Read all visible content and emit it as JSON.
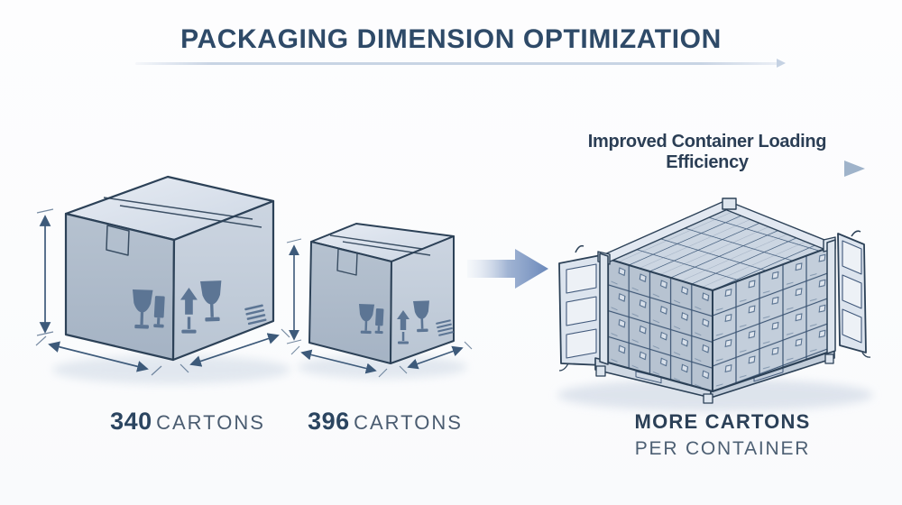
{
  "title": "PACKAGING DIMENSION OPTIMIZATION",
  "efficiency": {
    "label": "Improved Container Loading Efficiency"
  },
  "comparison": {
    "original": {
      "count": "340",
      "unit": "CARTONS"
    },
    "optimized": {
      "count": "396",
      "unit": "CARTONS"
    }
  },
  "result": {
    "headline": "MORE CARTONS",
    "subline": "PER CONTAINER"
  },
  "icons": {
    "fragile": "wine-glass fragile handling symbol",
    "this_way_up": "upward arrow handling symbol",
    "handling_marks": "stacked horizontal lines symbol",
    "dimension": "double-headed measurement arrow",
    "flow": "thick gradient right arrow",
    "efficiency_arrow": "thin right arrow under heading"
  },
  "colors": {
    "title_text": "#2e4a68",
    "body_text": "#4a5c70",
    "outline": "#2c4157",
    "box_top": "#dde4ee",
    "box_left": "#aab8c9",
    "box_right": "#c5cfdc",
    "carton_front": "#b7c3d1",
    "carton_side": "#c3cedb",
    "carton_top": "#ccd6e2",
    "container_door": "#dce4ee",
    "flow_arrow": "#6c89bb",
    "underline": "#c8d4e4",
    "shadow": "#dce3ec",
    "symbol": "#5c7594",
    "dimension_arrow": "#3d5a7a"
  }
}
